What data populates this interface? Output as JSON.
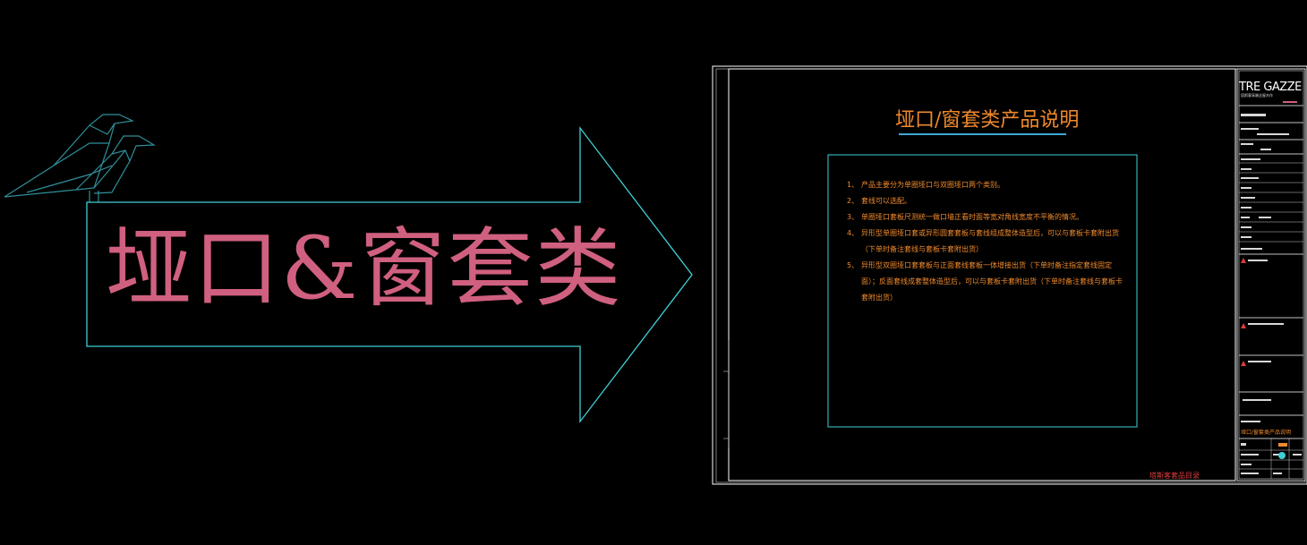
{
  "main_label": "垭口&窗套类",
  "sheet": {
    "title": "垭口/窗套类产品说明",
    "items": [
      {
        "num": "1、",
        "text": "产品主要分为单圈垭口与双圈垭口两个类别。"
      },
      {
        "num": "2、",
        "text": "套线可以选配。"
      },
      {
        "num": "3、",
        "text": "单圈垭口套板尺测统一做口墙正看时面等宽对角线宽度不平衡的情况。"
      },
      {
        "num": "4、",
        "text": "异形型单圈垭口套或异形圆套套板与套线组成整体造型后，可以与套板卡套附出货（下单时备注套线与套板卡套附出货）"
      },
      {
        "num": "5、",
        "text": "异形型双圈垭口套套板与正面套线套板一体增接出货（下单时备注指定套线固定面）；反面套线成套整体造型后，可以与套板卡套附出货（下单时备注套线与套板卡套附出货）"
      }
    ],
    "stamp": "塔斯客套品目录"
  },
  "title_block": {
    "logo": "TRE GAZZE",
    "logo_sub": "塔斯客高端全屋木作",
    "drawing_name": "垭口/窗套类产品说明"
  },
  "colors": {
    "arrow": "#3fcfd6",
    "label": "#d0607f",
    "text": "#f08a2c",
    "frame": "#ffffff",
    "bird": "#2f8f9a"
  }
}
